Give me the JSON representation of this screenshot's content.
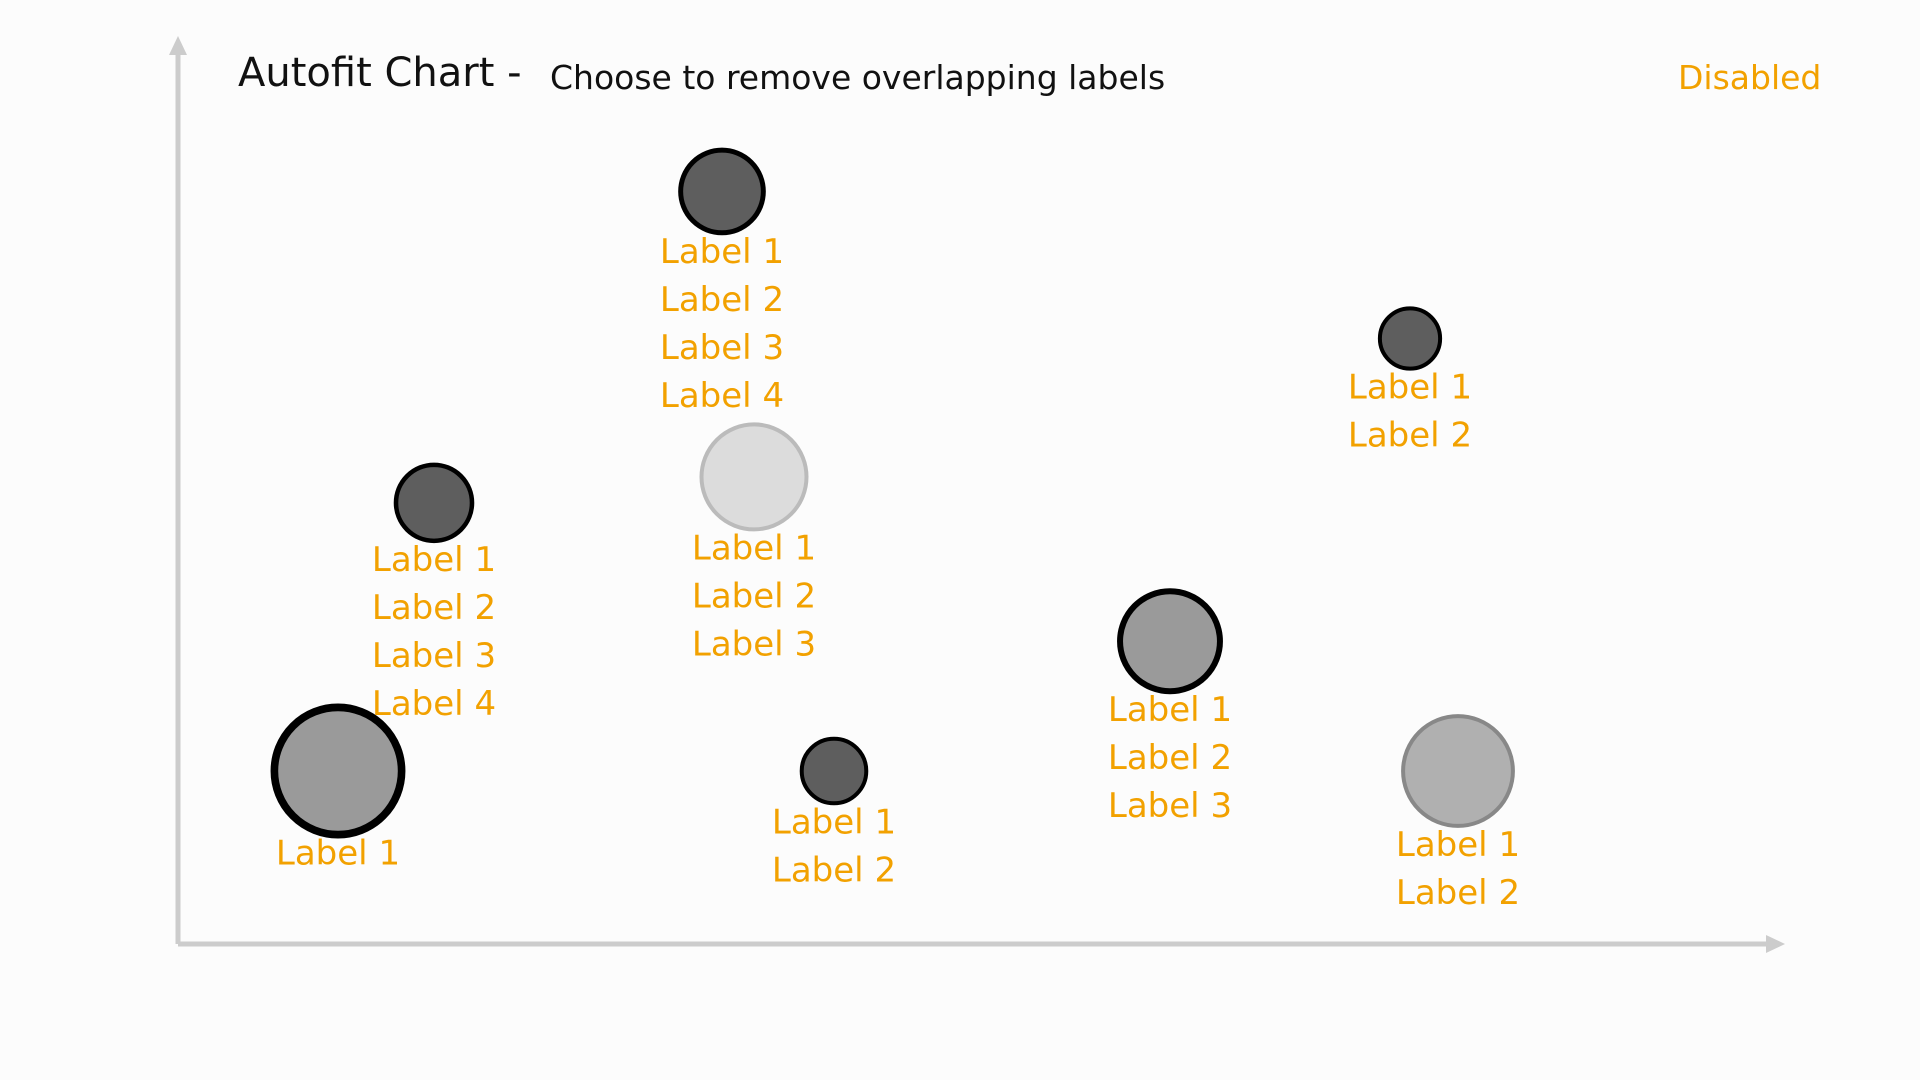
{
  "header": {
    "title": "Autofit Chart -",
    "subtitle": "Choose to remove overlapping labels",
    "status": "Disabled"
  },
  "colors": {
    "label": "#F2A100",
    "axis": "#cccccc",
    "background": "#fcfcfc"
  },
  "chart_data": {
    "type": "scatter",
    "title": "",
    "xlabel": "",
    "ylabel": "",
    "xlim": [
      0,
      100
    ],
    "ylim": [
      0,
      100
    ],
    "grid": false,
    "legend": "none",
    "points": [
      {
        "x": 10,
        "y": 20,
        "size": 3,
        "fill": "#9a9a9a",
        "stroke": "#000000",
        "labels": [
          "Label 1"
        ]
      },
      {
        "x": 16,
        "y": 51,
        "size": 1,
        "fill": "#5e5e5e",
        "stroke": "#000000",
        "labels": [
          "Label 1",
          "Label 2",
          "Label 3",
          "Label 4"
        ]
      },
      {
        "x": 34,
        "y": 87,
        "size": 1.2,
        "fill": "#5e5e5e",
        "stroke": "#000000",
        "labels": [
          "Label 1",
          "Label 2",
          "Label 3",
          "Label 4"
        ]
      },
      {
        "x": 36,
        "y": 54,
        "size": 2,
        "fill": "#dcdcdc",
        "stroke": "#bbbbbb",
        "labels": [
          "Label 1",
          "Label 2",
          "Label 3"
        ]
      },
      {
        "x": 41,
        "y": 20,
        "size": 0.7,
        "fill": "#5e5e5e",
        "stroke": "#000000",
        "labels": [
          "Label 1",
          "Label 2"
        ]
      },
      {
        "x": 62,
        "y": 35,
        "size": 1.8,
        "fill": "#9a9a9a",
        "stroke": "#000000",
        "labels": [
          "Label 1",
          "Label 2",
          "Label 3"
        ]
      },
      {
        "x": 77,
        "y": 70,
        "size": 0.6,
        "fill": "#5e5e5e",
        "stroke": "#000000",
        "labels": [
          "Label 1",
          "Label 2"
        ]
      },
      {
        "x": 80,
        "y": 20,
        "size": 2.2,
        "fill": "#b0b0b0",
        "stroke": "#888888",
        "labels": [
          "Label 1",
          "Label 2"
        ]
      }
    ]
  }
}
